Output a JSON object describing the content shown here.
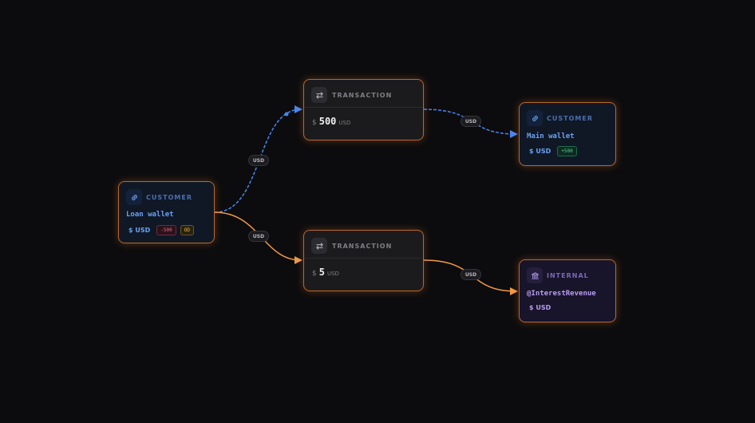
{
  "colors": {
    "accent_blue": "#4a86f0",
    "accent_orange": "#f29a45",
    "node_border": "#b8672e"
  },
  "nodes": {
    "loan_wallet": {
      "kind": "CUSTOMER",
      "icon": "link-icon",
      "name": "Loan wallet",
      "currency": "$ USD",
      "badges": [
        "-500",
        "OD"
      ]
    },
    "tx_500": {
      "kind": "TRANSACTION",
      "icon": "transfer-arrows-icon",
      "currency_symbol": "$",
      "amount": "500",
      "currency_code": "USD"
    },
    "tx_5": {
      "kind": "TRANSACTION",
      "icon": "transfer-arrows-icon",
      "currency_symbol": "$",
      "amount": "5",
      "currency_code": "USD"
    },
    "main_wallet": {
      "kind": "CUSTOMER",
      "icon": "link-icon",
      "name": "Main wallet",
      "currency": "$ USD",
      "badges": [
        "+500"
      ]
    },
    "interest_revenue": {
      "kind": "INTERNAL",
      "icon": "bank-icon",
      "name": "@InterestRevenue",
      "currency": "$ USD"
    }
  },
  "edges": [
    {
      "from": "loan_wallet",
      "to": "tx_500",
      "label": "USD",
      "style": "dashed",
      "color": "#4a86f0"
    },
    {
      "from": "tx_500",
      "to": "main_wallet",
      "label": "USD",
      "style": "dashed",
      "color": "#4a86f0"
    },
    {
      "from": "loan_wallet",
      "to": "tx_5",
      "label": "USD",
      "style": "solid",
      "color": "#f29a45"
    },
    {
      "from": "tx_5",
      "to": "interest_revenue",
      "label": "USD",
      "style": "solid",
      "color": "#f29a45"
    }
  ]
}
